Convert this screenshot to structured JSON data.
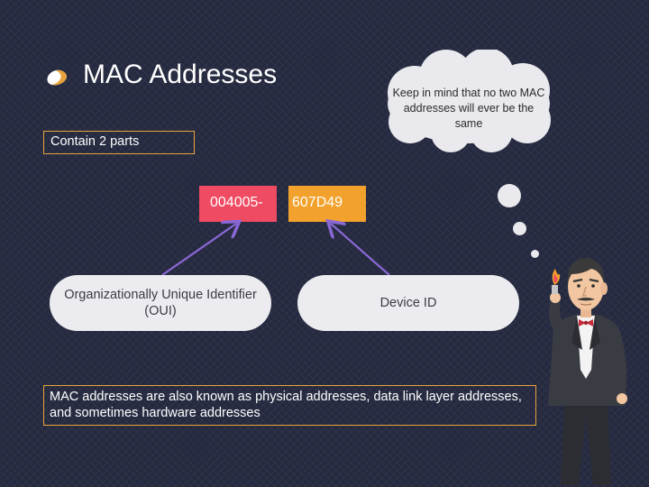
{
  "slide": {
    "title": "MAC Addresses",
    "thought_bubble": "Keep in mind that no two MAC addresses will ever be the same",
    "subheading": "Contain 2 parts",
    "mac_part_oui": "004005-",
    "mac_part_device": "607D49",
    "oui_label": "Organizationally Unique Identifier (OUI)",
    "device_label": "Device ID",
    "footer_note": "MAC addresses are also known as physical addresses, data link layer addresses, and sometimes hardware addresses"
  },
  "colors": {
    "background": "#262a40",
    "accent_orange": "#f2a12c",
    "accent_red": "#ef4b62",
    "arrow_purple": "#8a68d6",
    "outline": "#e9a23b"
  }
}
